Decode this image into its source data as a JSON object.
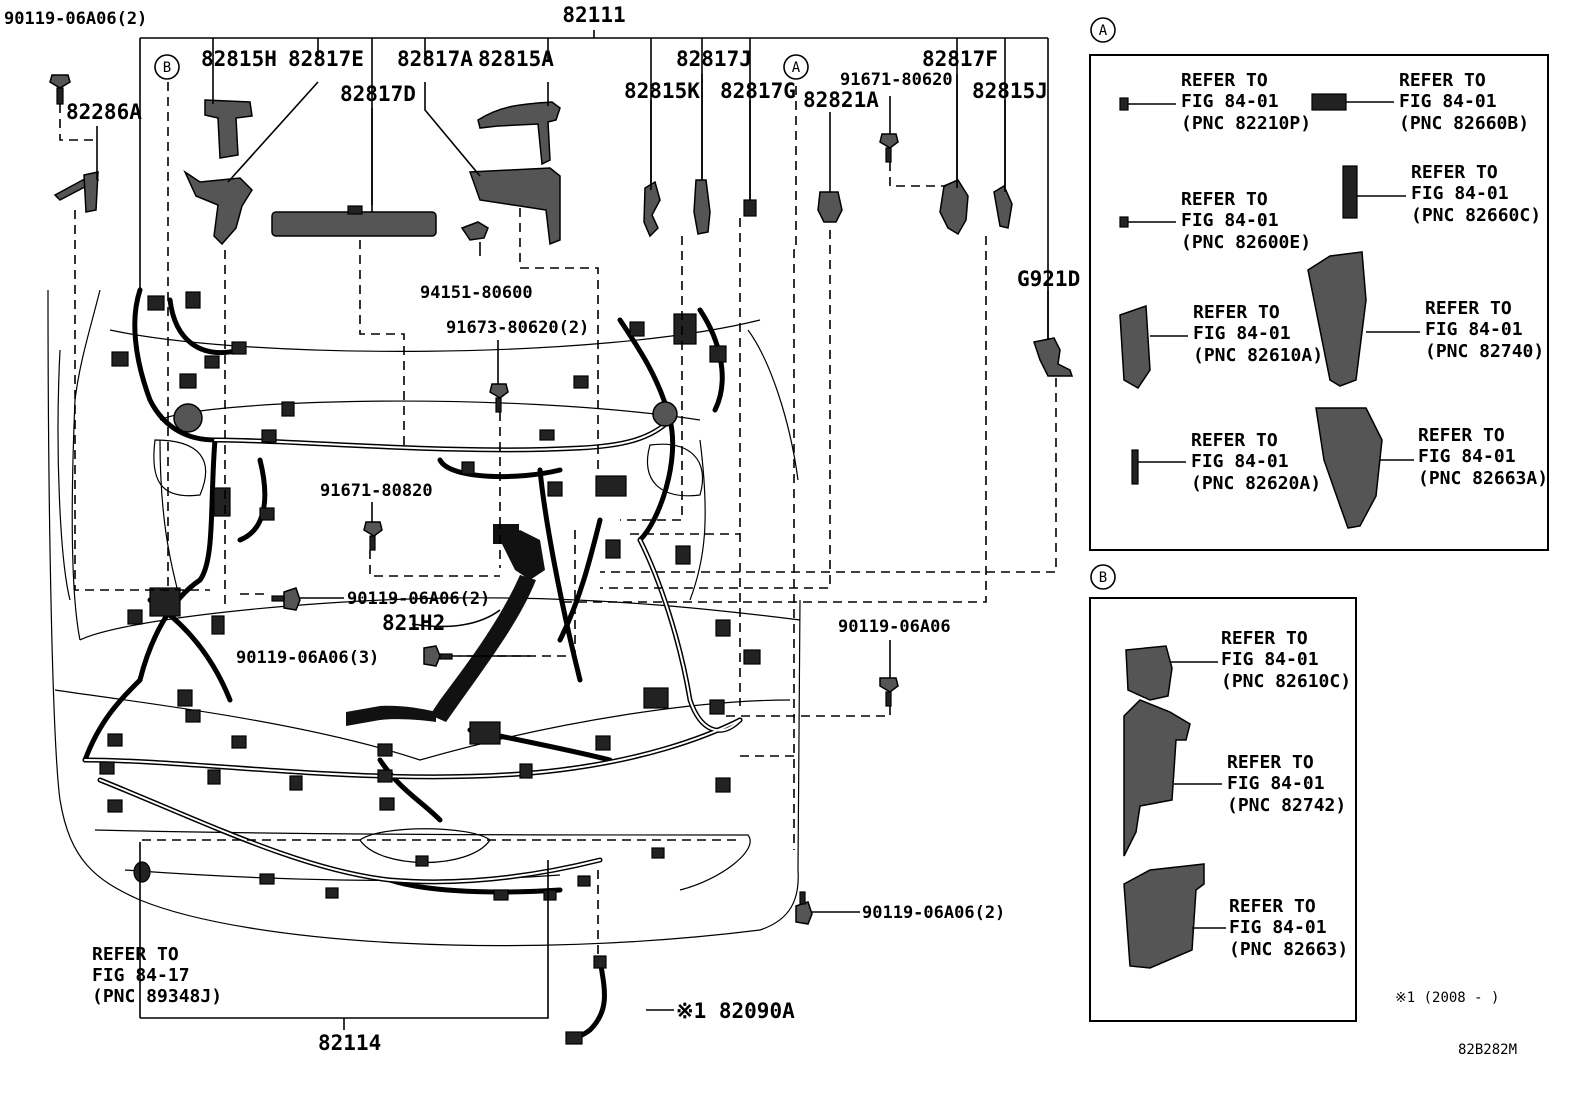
{
  "top": {
    "main_harness": "82111",
    "bolt_top_left": "90119-06A06(2)",
    "clip_left": "82286A",
    "p_82815H": "82815H",
    "p_82817E": "82817E",
    "p_82817A": "82817A",
    "p_82815A": "82815A",
    "p_82817D": "82817D",
    "p_82817J": "82817J",
    "p_82815K": "82815K",
    "p_82817G": "82817G",
    "p_82821A": "82821A",
    "bolt_91671_80620": "91671-80620",
    "p_82817F": "82817F",
    "p_82815J": "82815J",
    "ground_G921D": "G921D",
    "nut_94151": "94151-80600",
    "bolt_91673": "91673-80620(2)",
    "bolt_91671_80820": "91671-80820",
    "bolt_mid_2": "90119-06A06(2)",
    "sub_harness": "821H2",
    "bolt_mid_3": "90119-06A06(3)",
    "bolt_right": "90119-06A06",
    "bolt_bottom_right": "90119-06A06(2)",
    "front_harness": "82114",
    "sensor_wire": "※1 82090A",
    "marker_A": "A",
    "marker_B": "B"
  },
  "refer_front": {
    "l1": "REFER TO",
    "l2": "FIG 84-17",
    "l3": "(PNC 89348J)"
  },
  "panelA": {
    "marker": "A",
    "items": [
      {
        "l1": "REFER TO",
        "l2": "FIG 84-01",
        "l3": "(PNC 82210P)"
      },
      {
        "l1": "REFER TO",
        "l2": "FIG 84-01",
        "l3": "(PNC 82660B)"
      },
      {
        "l1": "REFER TO",
        "l2": "FIG 84-01",
        "l3": "(PNC 82600E)"
      },
      {
        "l1": "REFER TO",
        "l2": "FIG 84-01",
        "l3": "(PNC 82660C)"
      },
      {
        "l1": "REFER TO",
        "l2": "FIG 84-01",
        "l3": "(PNC 82610A)"
      },
      {
        "l1": "REFER TO",
        "l2": "FIG 84-01",
        "l3": "(PNC 82740)"
      },
      {
        "l1": "REFER TO",
        "l2": "FIG 84-01",
        "l3": "(PNC 82620A)"
      },
      {
        "l1": "REFER TO",
        "l2": "FIG 84-01",
        "l3": "(PNC 82663A)"
      }
    ]
  },
  "panelB": {
    "marker": "B",
    "items": [
      {
        "l1": "REFER TO",
        "l2": "FIG 84-01",
        "l3": "(PNC 82610C)"
      },
      {
        "l1": "REFER TO",
        "l2": "FIG 84-01",
        "l3": "(PNC 82742)"
      },
      {
        "l1": "REFER TO",
        "l2": "FIG 84-01",
        "l3": "(PNC 82663)"
      }
    ]
  },
  "footnote": "※1 (2008 -    )",
  "diagram_code": "82B282M"
}
